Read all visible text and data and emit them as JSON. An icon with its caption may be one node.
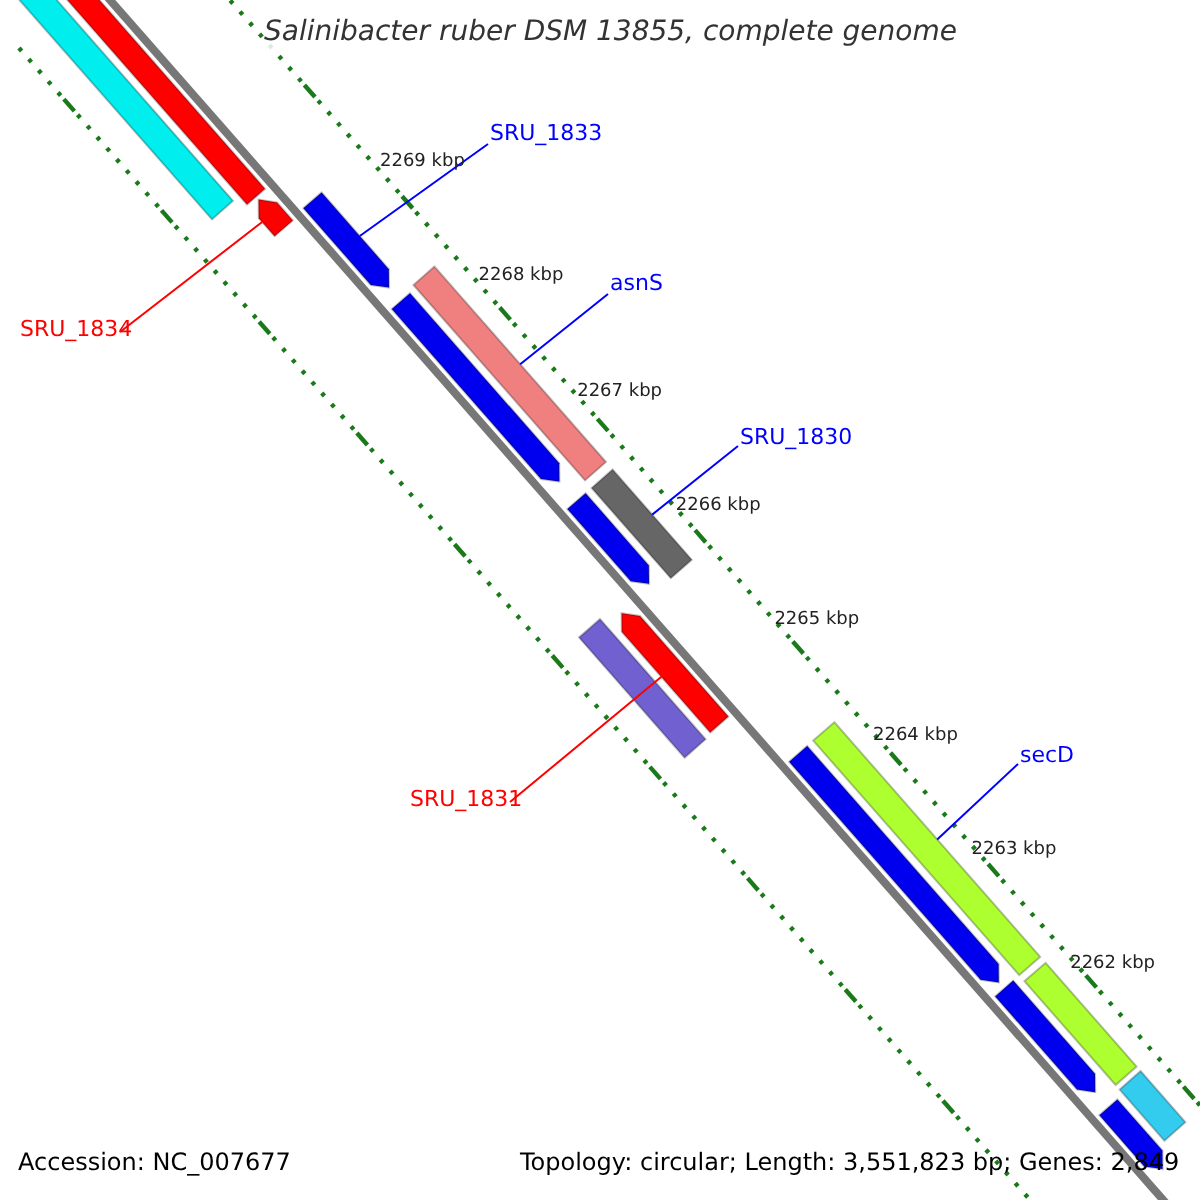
{
  "diagram": {
    "title": "Salinibacter ruber DSM 13855, complete genome",
    "nodes": [
      {
        "text": [
          "SRU_1833"
        ]
      },
      {
        "text": [
          "asnS"
        ]
      },
      {
        "text": [
          "SRU_1830"
        ]
      },
      {
        "text": [
          "SRU_1834"
        ]
      },
      {
        "text": [
          "SRU_1831"
        ]
      },
      {
        "text": [
          "secD"
        ]
      },
      {
        "text": [],
        "shape": "bar"
      },
      {
        "text": [],
        "shape": "arrow"
      },
      {
        "text": [],
        "shape": "arrow"
      },
      {
        "text": [],
        "shape": "arrow"
      },
      {
        "text": [],
        "shape": "bar"
      },
      {
        "text": [],
        "shape": "arrow"
      },
      {
        "text": [],
        "shape": "bar"
      },
      {
        "text": [],
        "shape": "arrow"
      },
      {
        "text": [],
        "shape": "bar"
      },
      {
        "text": [],
        "shape": "arrow"
      },
      {
        "text": [],
        "shape": "bar"
      },
      {
        "text": [],
        "shape": "arrow"
      },
      {
        "text": [],
        "shape": "bar"
      },
      {
        "text": [],
        "shape": "arrow"
      },
      {
        "text": [],
        "shape": "bar"
      },
      {
        "text": [],
        "shape": "arrow"
      }
    ],
    "edges": [
      {
        "from": 0,
        "to": 9,
        "arrow": "none"
      },
      {
        "from": 1,
        "to": 10,
        "arrow": "none"
      },
      {
        "from": 2,
        "to": 12,
        "arrow": "none"
      },
      {
        "from": 3,
        "to": 8,
        "arrow": "none",
        "color": "#ff0000"
      },
      {
        "from": 4,
        "to": 15,
        "arrow": "none",
        "color": "#ff0000"
      },
      {
        "from": 5,
        "to": 16,
        "arrow": "none"
      }
    ],
    "labels": [
      "2269 kbp",
      "2268 kbp",
      "2267 kbp",
      "2266 kbp",
      "2265 kbp",
      "2264 kbp",
      "2263 kbp",
      "2262 kbp",
      "Accession: NC_007677",
      "Topology: circular; Length: 3,551,823 bp; Genes: 2,849"
    ]
  }
}
